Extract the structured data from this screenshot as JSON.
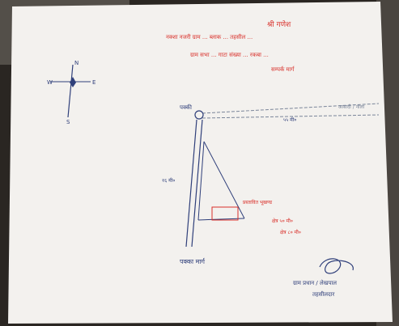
{
  "document": {
    "heading_red": "श्री गणेश",
    "header_line1": "नक्शा नजरी ग्राम ... ब्लाक ... तहसील ...",
    "header_line2": "ग्राम सभा ... गाटा संख्या ... रकबा ...",
    "header_line3": "सम्पर्क मार्ग",
    "compass": {
      "north": "N",
      "south": "S",
      "west": "W",
      "east": "E"
    },
    "label_top_left": "पक्की",
    "label_top_right": "आबादी / नाला",
    "label_top_road_length": "५५ मी०",
    "label_vertical_length": "१६ मी०",
    "red_label_site": "प्रस्तावित भूखण्ड",
    "red_label_area_line1": "क्षेत्र ५० मी०",
    "red_label_area_line2": "क्षेत्र ८० मी०",
    "label_bottom_road": "पक्का मार्ग",
    "signature_name": "ग्राम प्रधान / लेखपाल",
    "signature_place": "तहसीलदार"
  },
  "colors": {
    "ink_red": "#d9302a",
    "ink_blue": "#2f3f7a",
    "paper": "#f3f1ee",
    "background": "#2a2622"
  }
}
